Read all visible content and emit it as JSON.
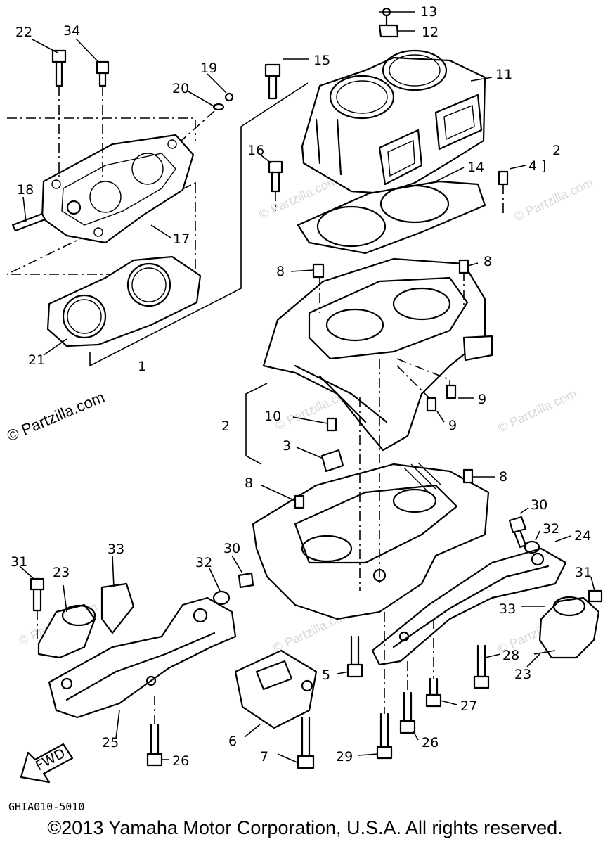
{
  "callouts": {
    "c1": "1",
    "c2a": "2",
    "c2b": "2",
    "c3": "3",
    "c4": "4",
    "c5": "5",
    "c6": "6",
    "c7": "7",
    "c8a": "8",
    "c8b": "8",
    "c8c": "8",
    "c8d": "8",
    "c9a": "9",
    "c9b": "9",
    "c10": "10",
    "c11": "11",
    "c12": "12",
    "c13": "13",
    "c14": "14",
    "c15": "15",
    "c16": "16",
    "c17": "17",
    "c18": "18",
    "c19": "19",
    "c20": "20",
    "c21": "21",
    "c22": "22",
    "c23a": "23",
    "c23b": "23",
    "c24": "24",
    "c25": "25",
    "c26a": "26",
    "c26b": "26",
    "c27": "27",
    "c28": "28",
    "c29": "29",
    "c30a": "30",
    "c30b": "30",
    "c31a": "31",
    "c31b": "31",
    "c32a": "32",
    "c32b": "32",
    "c33a": "33",
    "c33b": "33",
    "c34": "34"
  },
  "fwd_label": "FWD",
  "diagram_code": "GHIA010-5010",
  "watermark": "© Partzilla.com",
  "copyright": "©2013  Yamaha Motor Corporation, U.S.A. All rights reserved."
}
